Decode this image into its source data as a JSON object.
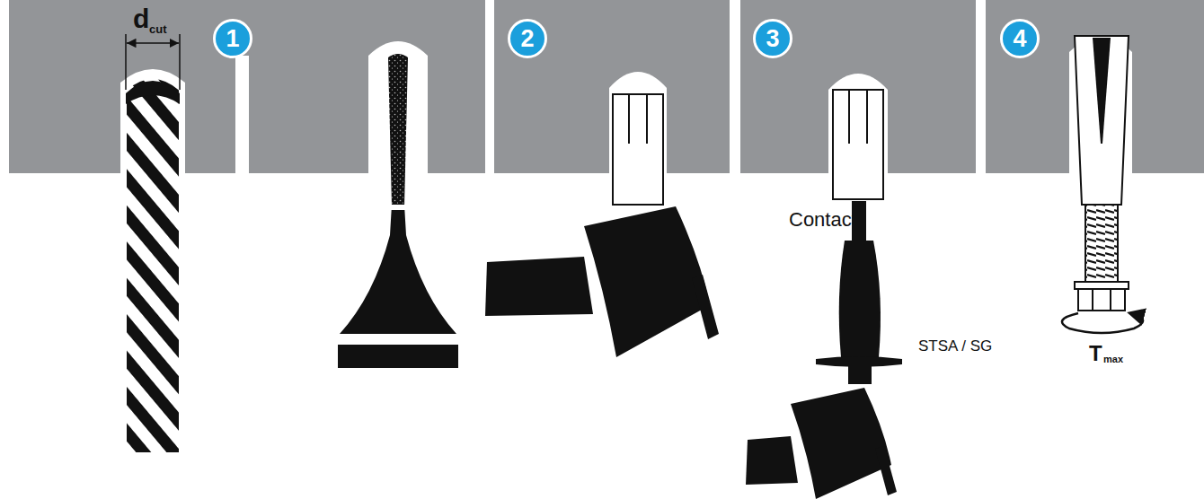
{
  "diagram": {
    "nodes": [
      {
        "text": [
          "1"
        ]
      },
      {
        "text": [
          "2"
        ]
      },
      {
        "text": [
          "3"
        ]
      },
      {
        "text": [
          "4"
        ]
      }
    ],
    "labels": [
      "d",
      "cut",
      "Contact",
      "STSA / SG",
      "T",
      "max"
    ]
  }
}
